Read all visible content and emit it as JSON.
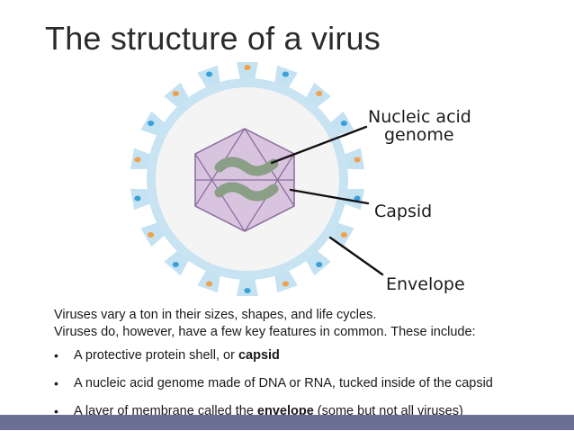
{
  "slide": {
    "title": "The structure of a virus"
  },
  "diagram": {
    "labels": {
      "nucleic_acid_line1": "Nucleic acid",
      "nucleic_acid_line2": "genome",
      "capsid": "Capsid",
      "envelope": "Envelope"
    },
    "colors": {
      "envelope_fill": "#f4f4f4",
      "envelope_ring": "#c8e3f2",
      "spike": "#c5e2f3",
      "capsid_fill": "#d9c4e0",
      "capsid_stroke": "#8a6b9c",
      "genome": "#8a9f86",
      "dot_blue": "#3aa0d8",
      "dot_orange": "#f0a24a"
    }
  },
  "body": {
    "line1": "Viruses vary a ton in their sizes, shapes, and life cycles.",
    "line2": "Viruses do, however, have a few key features in common. These include:",
    "bullets": [
      {
        "prefix": "A protective protein shell, or ",
        "bold": "capsid",
        "suffix": ""
      },
      {
        "prefix": "A nucleic acid genome made of DNA or RNA, tucked inside of the capsid",
        "bold": "",
        "suffix": ""
      },
      {
        "prefix": "A layer of membrane called the ",
        "bold": "envelope",
        "suffix": " (some but not all viruses)"
      }
    ]
  },
  "footer": {
    "color": "#6b6f96"
  }
}
